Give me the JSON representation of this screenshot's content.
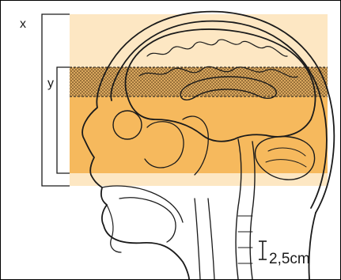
{
  "labels": {
    "x": "x",
    "y": "y",
    "scale": "2,5cm"
  },
  "colors": {
    "x_band": "#fde7c3",
    "y_band": "#f6b95d",
    "dotted_layer": "#b88c4f",
    "outline": "#1a1a1a"
  },
  "icons": {
    "head": "sagittal-head-section",
    "scale_bar": "i-beam-scale-bar"
  }
}
